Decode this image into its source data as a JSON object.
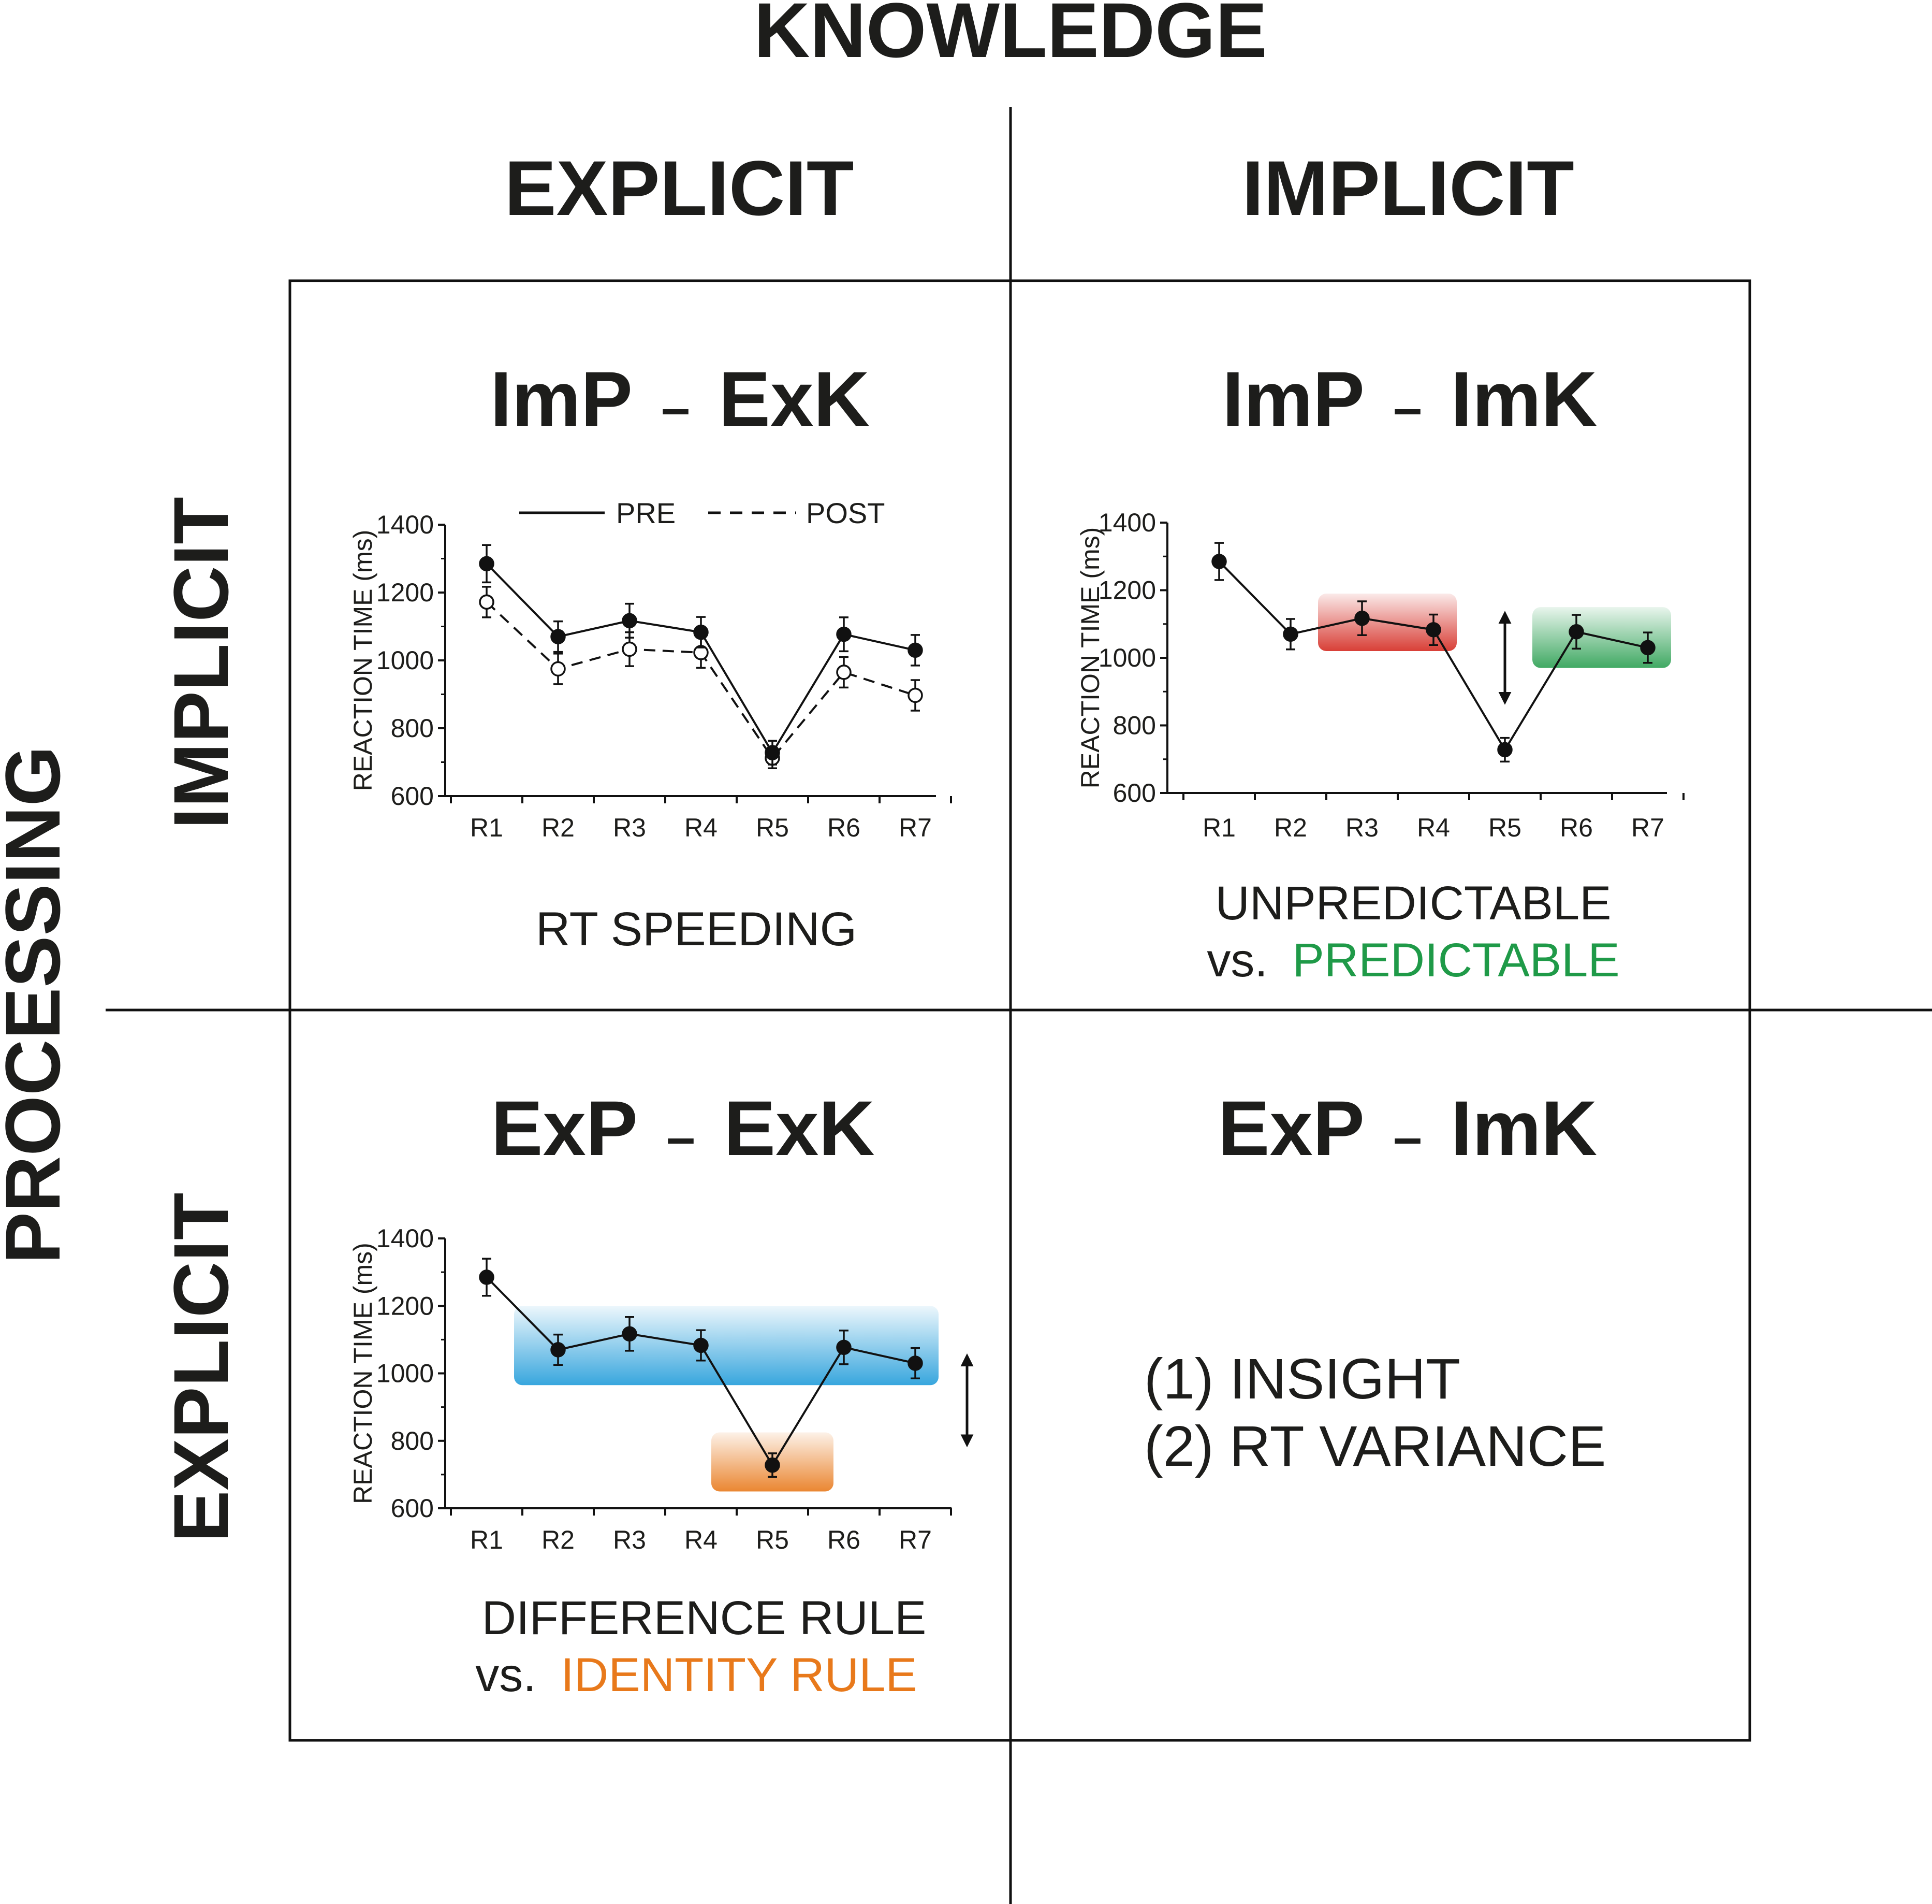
{
  "headers": {
    "knowledge": "KNOWLEDGE",
    "processing": "PROCESSING",
    "col_explicit": "EXPLICIT",
    "col_implicit": "IMPLICIT",
    "row_implicit": "IMPLICIT",
    "row_explicit": "EXPLICIT"
  },
  "panels": {
    "tl": {
      "title_left": "ImP",
      "title_dash": "–",
      "title_right": "ExK",
      "legend_pre": "PRE",
      "legend_post": "POST",
      "caption": "RT SPEEDING"
    },
    "tr": {
      "title_left": "ImP",
      "title_dash": "–",
      "title_right": "ImK",
      "caption_line1": "UNPREDICTABLE",
      "caption_vs": "vs.",
      "caption_line2": "PREDICTABLE"
    },
    "bl": {
      "title_left": "ExP",
      "title_dash": "–",
      "title_right": "ExK",
      "caption_line1": "DIFFERENCE RULE",
      "caption_vs": "vs.",
      "caption_line2": "IDENTITY RULE"
    },
    "br": {
      "title_left": "ExP",
      "title_dash": "–",
      "title_right": "ImK",
      "item1": "(1) INSIGHT",
      "item2": "(2) RT VARIANCE"
    }
  },
  "colors": {
    "text": "#1d1d1b",
    "red": "#d42a21",
    "green": "#1f9a48",
    "blue": "#1d9ad9",
    "orange": "#e8791b"
  },
  "chart_data": [
    {
      "panel": "ImP - ExK",
      "type": "line",
      "ylabel": "REACTION TIME (ms)",
      "ylim": [
        600,
        1400
      ],
      "yticks": [
        600,
        800,
        1000,
        1200,
        1400
      ],
      "categories": [
        "R1",
        "R2",
        "R3",
        "R4",
        "R5",
        "R6",
        "R7"
      ],
      "legend": "top",
      "series": [
        {
          "name": "PRE",
          "style": "solid",
          "marker": "filled",
          "values": [
            1285,
            1070,
            1117,
            1083,
            728,
            1077,
            1030
          ],
          "errors": [
            55,
            45,
            50,
            45,
            35,
            50,
            45
          ]
        },
        {
          "name": "POST",
          "style": "dashed",
          "marker": "open",
          "values": [
            1172,
            975,
            1033,
            1023,
            712,
            965,
            897
          ],
          "errors": [
            45,
            45,
            50,
            45,
            30,
            45,
            45
          ]
        }
      ]
    },
    {
      "panel": "ImP - ImK",
      "type": "line",
      "ylabel": "REACTION TIME (ms)",
      "ylim": [
        600,
        1400
      ],
      "yticks": [
        600,
        800,
        1000,
        1200,
        1400
      ],
      "categories": [
        "R1",
        "R2",
        "R3",
        "R4",
        "R5",
        "R6",
        "R7"
      ],
      "series": [
        {
          "style": "solid",
          "marker": "filled",
          "values": [
            1285,
            1070,
            1117,
            1083,
            728,
            1077,
            1030
          ],
          "errors": [
            55,
            45,
            50,
            45,
            35,
            50,
            45
          ]
        }
      ],
      "highlights": [
        {
          "from": "R3",
          "to": "R4",
          "color": "red",
          "range": [
            1020,
            1190
          ]
        },
        {
          "from": "R6",
          "to": "R7",
          "color": "green",
          "range": [
            970,
            1150
          ]
        }
      ],
      "arrow": {
        "at": "R5",
        "range": [
          880,
          1120
        ]
      }
    },
    {
      "panel": "ExP - ExK",
      "type": "line",
      "ylabel": "REACTION TIME (ms)",
      "ylim": [
        600,
        1400
      ],
      "yticks": [
        600,
        800,
        1000,
        1200,
        1400
      ],
      "categories": [
        "R1",
        "R2",
        "R3",
        "R4",
        "R5",
        "R6",
        "R7"
      ],
      "series": [
        {
          "style": "solid",
          "marker": "filled",
          "values": [
            1285,
            1070,
            1117,
            1083,
            728,
            1077,
            1030
          ],
          "errors": [
            55,
            45,
            50,
            45,
            35,
            50,
            45
          ]
        }
      ],
      "highlights": [
        {
          "from": "R2",
          "to": "R7",
          "color": "blue",
          "range": [
            965,
            1200
          ]
        },
        {
          "from": "R5",
          "to": "R5",
          "color": "orange",
          "range": [
            650,
            825
          ]
        }
      ],
      "arrow": {
        "at": "after-R7",
        "range": [
          800,
          1040
        ]
      }
    }
  ]
}
